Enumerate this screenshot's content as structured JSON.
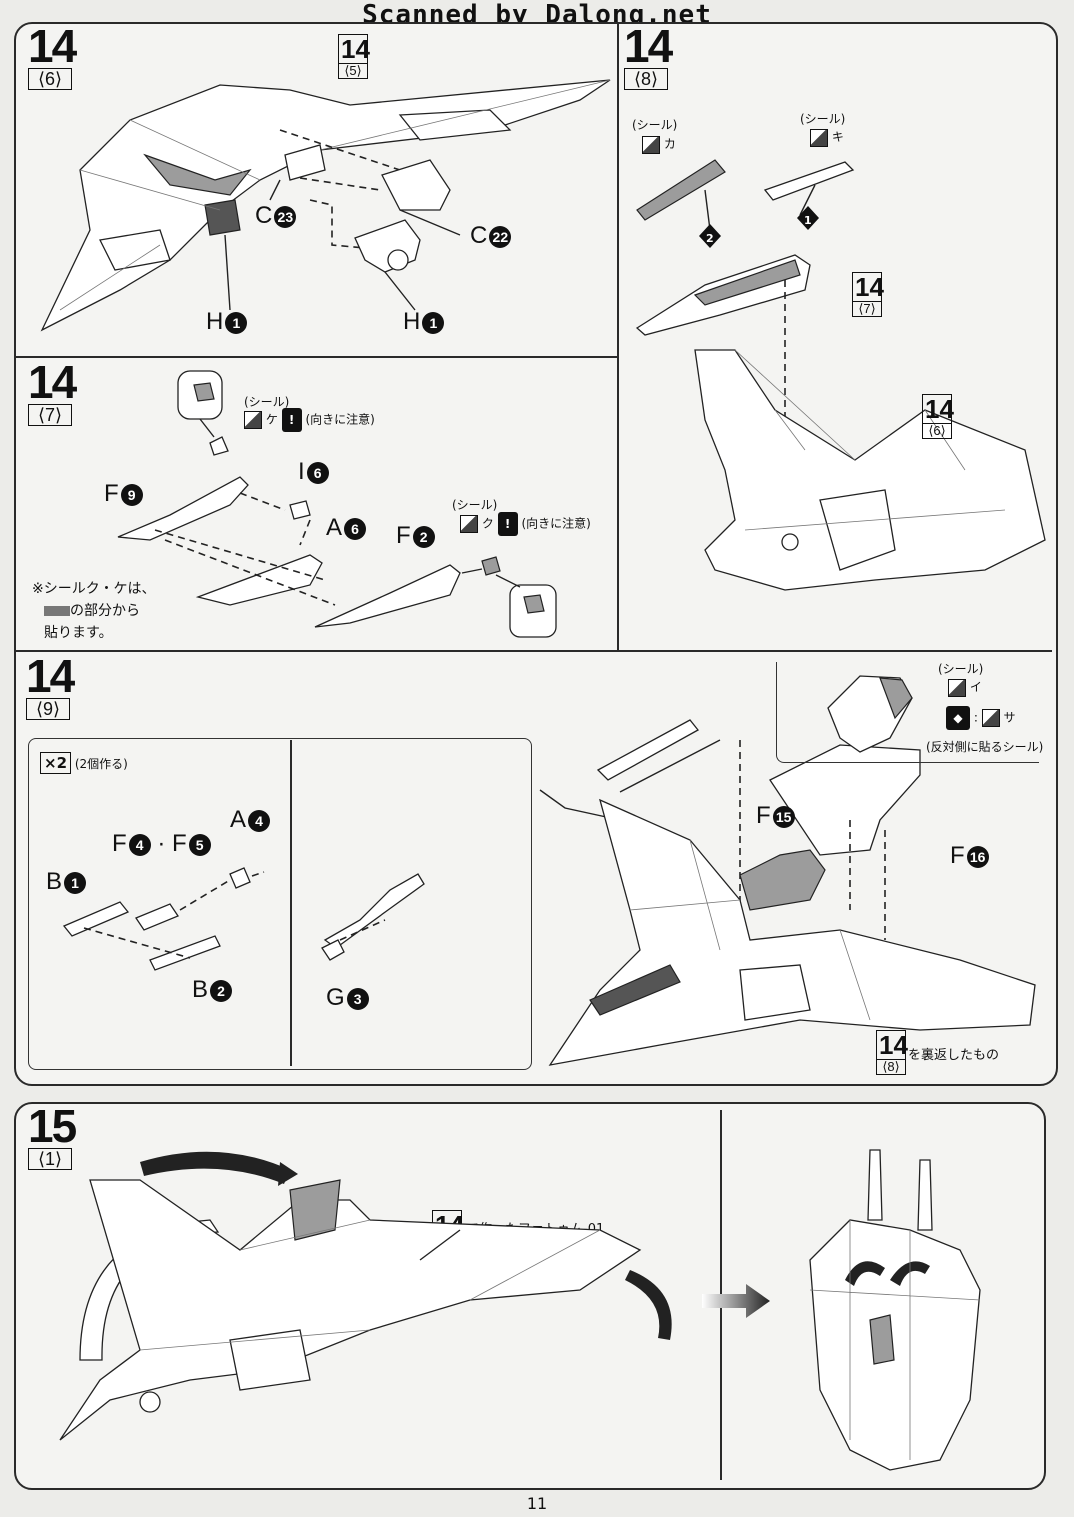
{
  "scanner_credit": "Scanned by Dalong.net",
  "page_number": "11",
  "panels": {
    "p14_6": {
      "step": "14",
      "sub": "⟨6⟩",
      "ref_step": "14",
      "ref_sub": "⟨5⟩",
      "parts": {
        "c23": "C",
        "c23n": "23",
        "c22": "C",
        "c22n": "22",
        "h1a": "H",
        "h1an": "1",
        "h1b": "H",
        "h1bn": "1"
      }
    },
    "p14_8": {
      "step": "14",
      "sub": "⟨8⟩",
      "seal_label_1": "(シール)",
      "seal_1": "カ",
      "seal_label_2": "(シール)",
      "seal_2": "キ",
      "order_1": "1",
      "order_2": "2",
      "ref_a": "14",
      "ref_a_sub": "⟨7⟩",
      "ref_b": "14",
      "ref_b_sub": "⟨6⟩"
    },
    "p14_7": {
      "step": "14",
      "sub": "⟨7⟩",
      "seal_label_1": "(シール)",
      "seal_1": "ケ",
      "caution_1": "(向きに注意)",
      "seal_label_2": "(シール)",
      "seal_2": "ク",
      "caution_2": "(向きに注意)",
      "parts": {
        "f9": "F",
        "f9n": "9",
        "i6": "I",
        "i6n": "6",
        "a6": "A",
        "a6n": "6",
        "f2": "F",
        "f2n": "2"
      },
      "note_1": "※シールク・ケは、",
      "note_2": "の部分から",
      "note_3": "貼ります。"
    },
    "p14_9": {
      "step": "14",
      "sub": "⟨9⟩",
      "qty": "×2",
      "qty_note": "(2個作る)",
      "parts": {
        "a4": "A",
        "a4n": "4",
        "f4f5": "F",
        "f4n": "4",
        "f5": "F",
        "f5n": "5",
        "b1": "B",
        "b1n": "1",
        "b2": "B",
        "b2n": "2",
        "g3": "G",
        "g3n": "3",
        "f15": "F",
        "f15n": "15",
        "f16": "F",
        "f16n": "16"
      },
      "seal_label": "(シール)",
      "seal_a": "イ",
      "seal_b": "サ",
      "reverse_note": "(反対側に貼るシール)",
      "ref": "14",
      "ref_sub": "⟨8⟩",
      "ref_note": "を裏返したもの"
    },
    "p15_1": {
      "step": "15",
      "sub": "⟨1⟩",
      "ref": "14",
      "ref_note": "で作ったファトゥム-01"
    }
  }
}
